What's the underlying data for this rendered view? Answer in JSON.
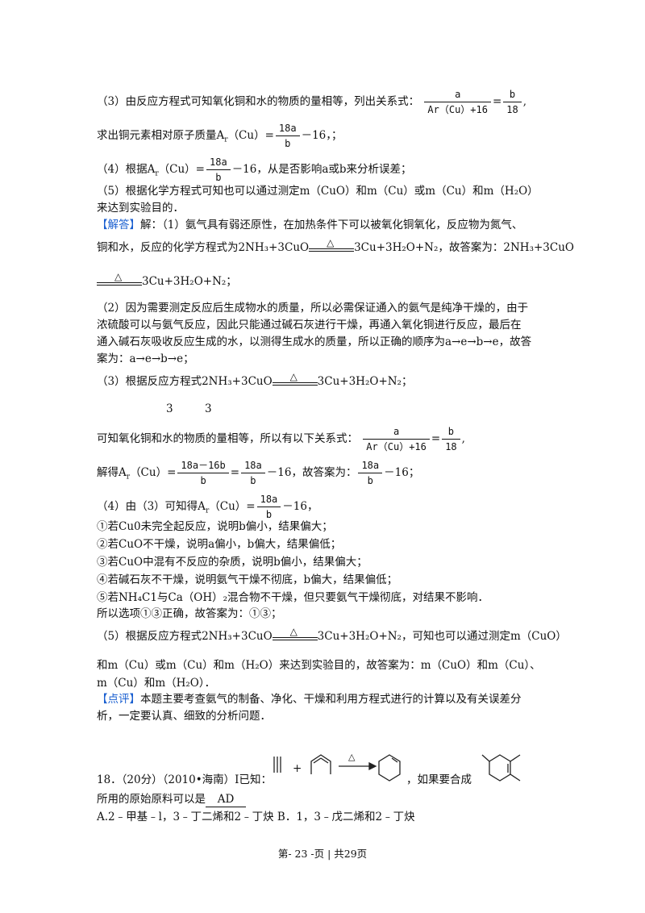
{
  "l1": "（3）由反应方程式可知氧化铜和水的物质的量相等，列出关系式：",
  "f_a": "a",
  "f_ar": "Ar（Cu）+16",
  "f_b": "b",
  "f_18": "18",
  "l2": "求出铜元素相对原子质量A",
  "l2b": "（Cu）=",
  "f_18a": "18a",
  "f_bb": "b",
  "minus16": "－16，；",
  "l3": "（4）根据A",
  "l3b": "（Cu）=",
  "l3c": "－16，从是否影响a或b来分析误差；",
  "l4": "（5）根据化学方程式可知也可以通过测定m（CuO）和m（Cu）或m（Cu）和m（H₂O）",
  "l5": "来达到实验目的．",
  "jd_tag": "【解答】",
  "l6": "解：（1）氨气具有弱还原性，在加热条件下可以被氧化铜氧化，反应物为氮气、",
  "l7a": "铜和水，反应的化学方程式为2NH₃+3CuO",
  "l7b": "3Cu+3H₂O+N₂，故答案为：2NH₃+3CuO",
  "tri": "△",
  "l8": "3Cu+3H₂O+N₂；",
  "l9": "（2）因为需要测定反应后生成物水的质量，所以必需保证通入的氨气是纯净干燥的，由于",
  "l10": "浓硫酸可以与氨气反应，因此只能通过碱石灰进行干燥，再通入氧化铜进行反应，最后在",
  "l11": "通入碱石灰吸收反应生成的水，以测得生成水的质量，所以正确的顺序为a→e→b→e，故答",
  "l12": "案为：a→e→b→e；",
  "l13a": "（3）根据反应方程式2NH₃+3CuO",
  "l13b": "3Cu+3H₂O+N₂；",
  "three1": "3",
  "three2": "3",
  "l14": "可知氧化铜和水的物质的量相等，所以有以下关系式：",
  "l15a": "解得A",
  "l15b": "（Cu）=",
  "f_18a16b": "18a－16b",
  "l15c": "－16，故答案为：",
  "l15d": "－16；",
  "l16a": "（4）由（3）可知得A",
  "l16b": "（Cu）=",
  "l16c": "－16，",
  "l17": "①若Cu0未完全起反应，说明b偏小，结果偏大；",
  "l18": "②若CuO不干燥，说明a偏小，b偏大，结果偏低；",
  "l19": "③若CuO中混有不反应的杂质，说明b偏小，结果偏大；",
  "l20": "④若碱石灰不干燥，说明氨气干燥不彻底，b偏大，结果偏低；",
  "l21": "⑤若NH₄C1与Ca（OH）₂混合物不干燥，但只要氨气干燥彻底，对结果不影响．",
  "l22": "所以选项①③正确，故答案为：①③；",
  "l23a": "（5）根据反应方程式2NH₃+3CuO",
  "l23b": "3Cu+3H₂O+N₂，可知也可以通过测定m（CuO）",
  "l24": "和m（Cu）或m（Cu）和m（H₂O）来达到实验目的，故答案为：m（CuO）和m（Cu）、",
  "l25": "m（Cu）和m（H₂O）．",
  "dp_tag": "【点评】",
  "l26": "本题主要考查氨气的制备、净化、干燥和利用方程式进行的计算以及有关误差分",
  "l27": "析，一定要认真、细致的分析问题．",
  "q18a": "18．（20分）（2010•海南）Ⅰ已知：",
  "plus": "+",
  "q18b": "，如果要合成",
  "l29a": "所用的原始原料可以是",
  "answer": "AD",
  "l30": "A.2﹣甲基﹣l，3﹣丁二烯和2﹣丁炔     B．1，3﹣戊二烯和2﹣丁炔",
  "footer": "第- 23 -页 | 共29页"
}
